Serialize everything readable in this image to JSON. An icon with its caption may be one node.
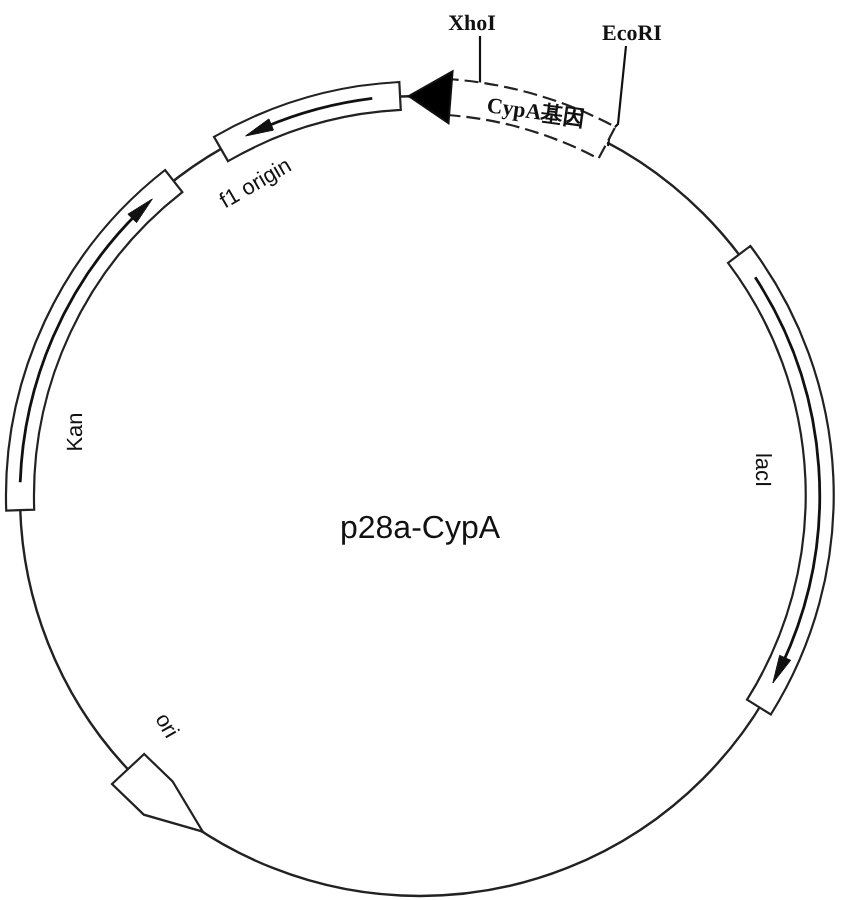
{
  "diagram": {
    "nodes": [
      {
        "text": [
          "XhoI"
        ]
      },
      {
        "text": [
          "EcoRI"
        ]
      },
      {
        "text": [
          "CypA基因"
        ]
      },
      {
        "text": [
          "f1 origin"
        ]
      },
      {
        "text": [
          "Kan"
        ]
      },
      {
        "text": [
          "lacI"
        ]
      },
      {
        "text": [
          "ori"
        ]
      }
    ],
    "edges": [
      {
        "from": 0,
        "to": 2,
        "arrow": "none"
      },
      {
        "from": 1,
        "to": 2,
        "arrow": "none"
      }
    ],
    "labels": [
      "p28a-CypA"
    ]
  }
}
